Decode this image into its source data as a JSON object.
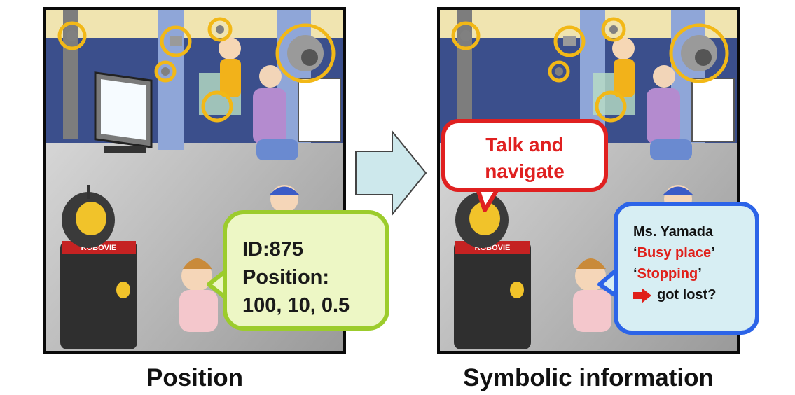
{
  "left_panel": {
    "caption": "Position",
    "bubble": {
      "id_line": "ID:875",
      "position_label": "Position:",
      "position_values": "100, 10, 0.5"
    },
    "robot_label": "ROBOVIE"
  },
  "right_panel": {
    "caption": "Symbolic information",
    "speech_bubble": {
      "line1": "Talk and",
      "line2": "navigate"
    },
    "info_bubble": {
      "name": "Ms. Yamada",
      "tag1_open": "‘",
      "tag1_text": "Busy place",
      "tag1_close": "’",
      "tag2_open": "‘",
      "tag2_text": "Stopping",
      "tag2_close": "’",
      "conclusion": "got lost?"
    },
    "robot_label": "ROBOVIE"
  },
  "colors": {
    "green_border": "#9ccc2c",
    "red_border": "#e02020",
    "blue_border": "#2c64e8",
    "sensor_rings": "#f2b817",
    "transition_arrow": "#cde8ec"
  },
  "icons": [
    "camera-icon",
    "arrow-right-icon"
  ]
}
